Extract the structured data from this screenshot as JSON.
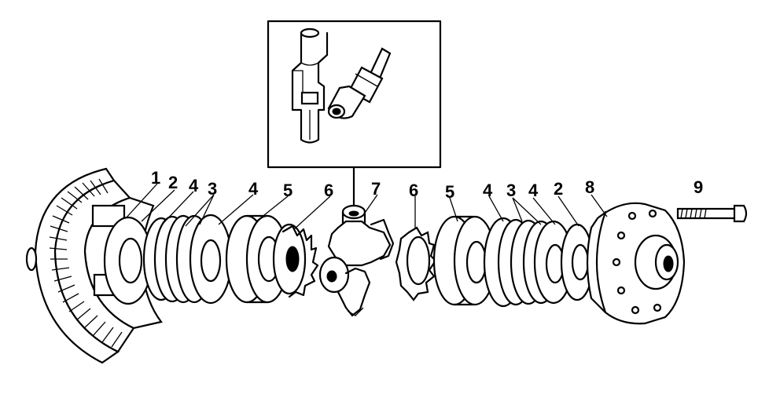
{
  "labels": [
    {
      "id": "label-1",
      "text": "1"
    },
    {
      "id": "label-2-left",
      "text": "2"
    },
    {
      "id": "label-4-left-a",
      "text": "4"
    },
    {
      "id": "label-3-left",
      "text": "3"
    },
    {
      "id": "label-4-left-b",
      "text": "4"
    },
    {
      "id": "label-5-left",
      "text": "5"
    },
    {
      "id": "label-6-left",
      "text": "6"
    },
    {
      "id": "label-7",
      "text": "7"
    },
    {
      "id": "label-6-right",
      "text": "6"
    },
    {
      "id": "label-5-right",
      "text": "5"
    },
    {
      "id": "label-4-right-a",
      "text": "4"
    },
    {
      "id": "label-3-right",
      "text": "3"
    },
    {
      "id": "label-4-right-b",
      "text": "4"
    },
    {
      "id": "label-2-right",
      "text": "2"
    },
    {
      "id": "label-8",
      "text": "8"
    },
    {
      "id": "label-9",
      "text": "9"
    }
  ]
}
